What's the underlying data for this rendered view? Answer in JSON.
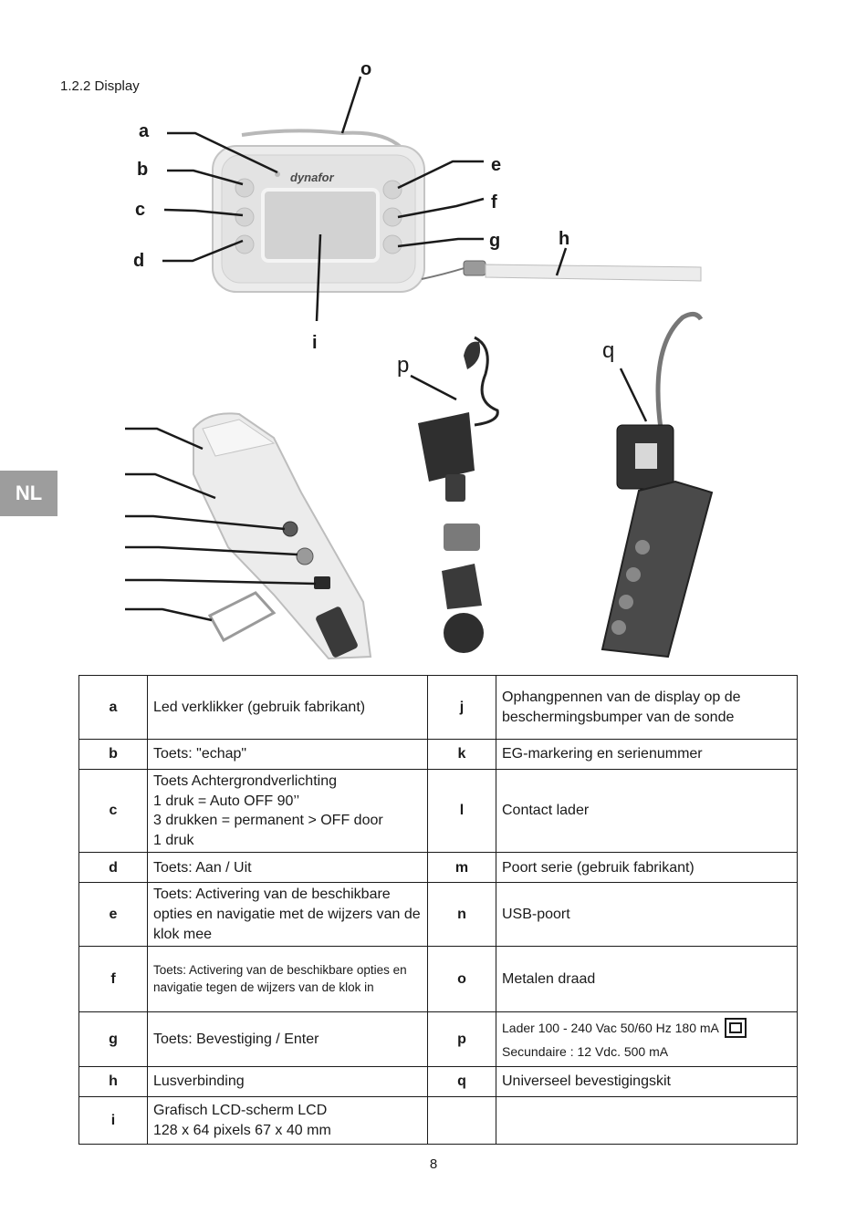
{
  "section_title": "1.2.2 Display",
  "language_tab": "NL",
  "device_brand": "dynafor",
  "callouts": {
    "a": "a",
    "b": "b",
    "c": "c",
    "d": "d",
    "e": "e",
    "f": "f",
    "g": "g",
    "h": "h",
    "i": "i",
    "o": "o",
    "p": "p",
    "q": "q"
  },
  "legend": [
    {
      "k1": "a",
      "d1": "Led verklikker (gebruik fabrikant)",
      "k2": "j",
      "d2": "Ophangpennen van de display op de beschermingsbumper van de sonde"
    },
    {
      "k1": "b",
      "d1": "Toets: \"echap\"",
      "k2": "k",
      "d2": "EG-markering en serienummer"
    },
    {
      "k1": "c",
      "d1_lines": [
        "Toets Achtergrondverlichting",
        "1 druk = Auto OFF 90’’",
        "3 drukken = permanent > OFF door",
        "1 druk"
      ],
      "k2": "l",
      "d2": "Contact lader"
    },
    {
      "k1": "d",
      "d1": "Toets: Aan / Uit",
      "k2": "m",
      "d2": "Poort serie (gebruik fabrikant)"
    },
    {
      "k1": "e",
      "d1": "Toets: Activering van de beschikbare opties en navigatie met de wijzers van de klok mee",
      "k2": "n",
      "d2": "USB-poort"
    },
    {
      "k1": "f",
      "d1": "Toets: Activering van de beschikbare opties en navigatie tegen de wijzers van de klok in",
      "k2": "o",
      "d2": "Metalen draad"
    },
    {
      "k1": "g",
      "d1": "Toets: Bevestiging / Enter",
      "k2": "p",
      "d2_lines": [
        "Lader 100 - 240 Vac 50/60 Hz 180 mA",
        "Secundaire : 12 Vdc. 500 mA"
      ]
    },
    {
      "k1": "h",
      "d1": "Lusverbinding",
      "k2": "q",
      "d2": "Universeel bevestigingskit"
    },
    {
      "k1": "i",
      "d1_lines": [
        "Grafisch LCD-scherm LCD",
        "128 x 64 pixels 67 x 40 mm"
      ],
      "k2": "",
      "d2": ""
    }
  ],
  "page_number": "8"
}
